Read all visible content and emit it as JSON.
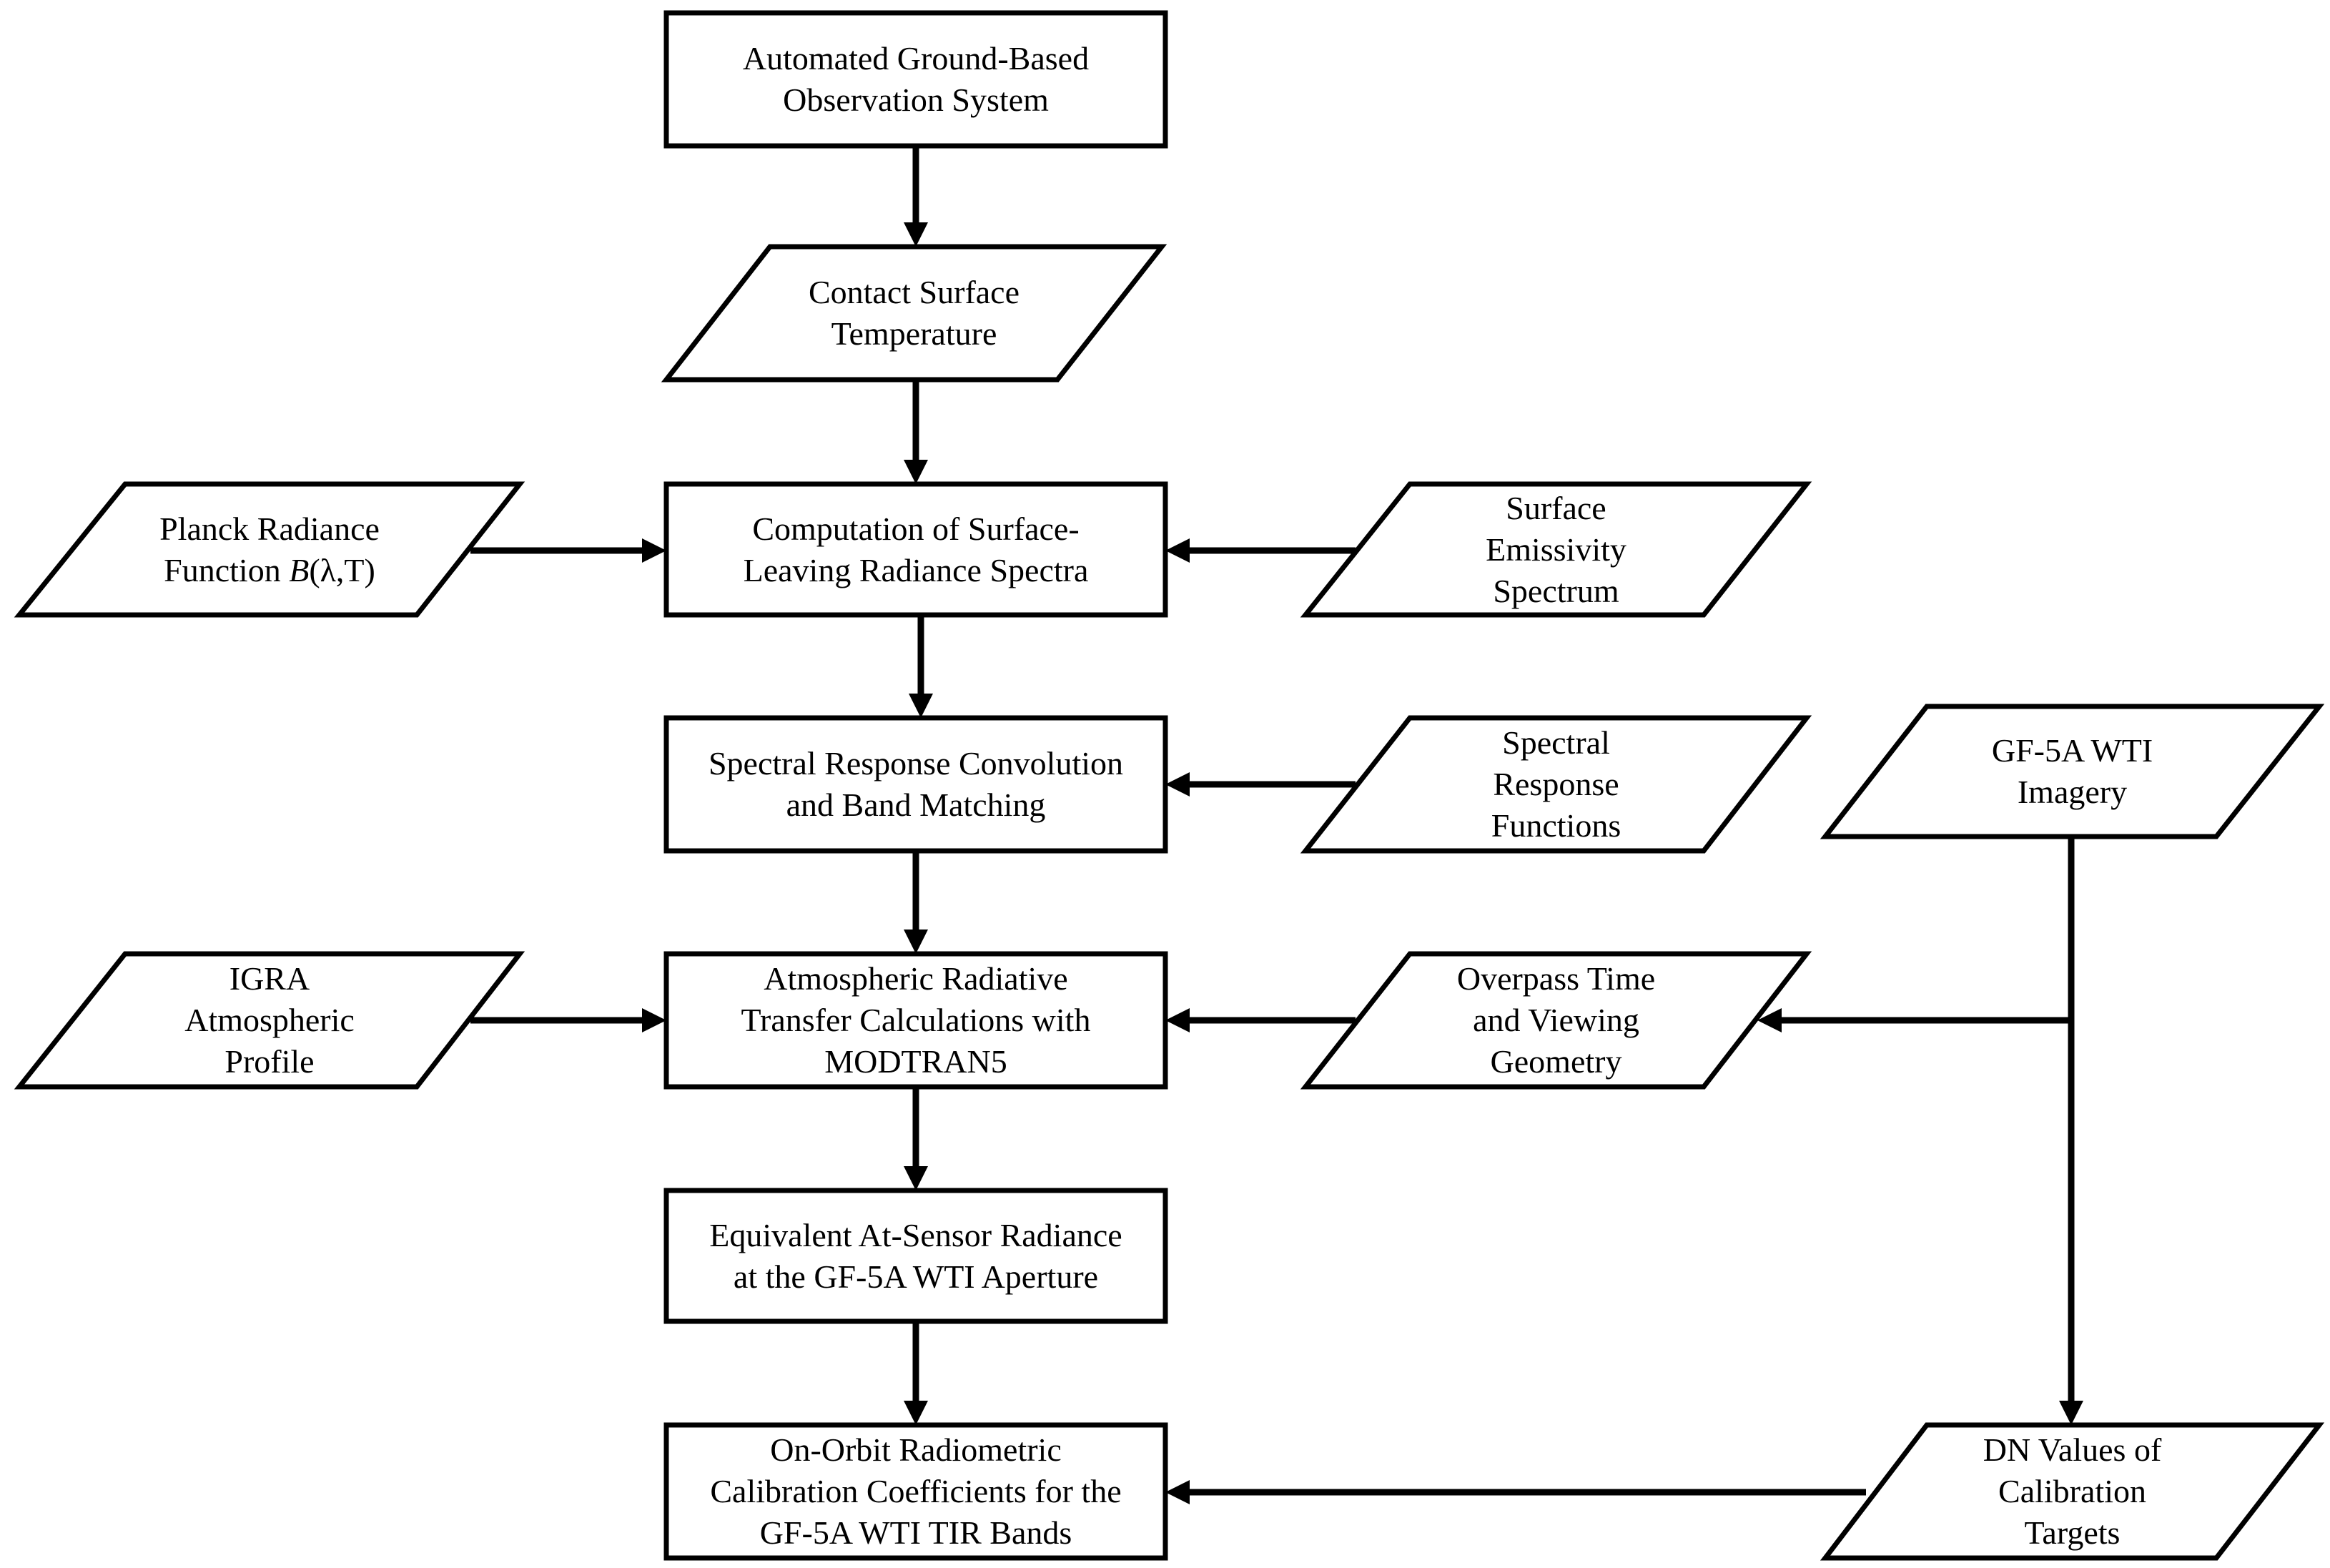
{
  "nodes": {
    "ground_system": {
      "lines": [
        "Automated Ground-Based",
        "Observation System"
      ]
    },
    "contact_temp": {
      "lines": [
        "Contact Surface",
        "Temperature"
      ]
    },
    "surface_radiance": {
      "lines": [
        "Computation of Surface-",
        "Leaving Radiance Spectra"
      ]
    },
    "planck": {
      "lines": [
        "Planck Radiance"
      ],
      "formula_prefix": "Function ",
      "formula_symbol": "B",
      "formula_args": "(λ,T)"
    },
    "emissivity": {
      "lines": [
        "Surface",
        "Emissivity",
        "Spectrum"
      ]
    },
    "spectral_conv": {
      "lines": [
        "Spectral Response Convolution",
        "and Band Matching"
      ]
    },
    "srf": {
      "lines": [
        "Spectral",
        "Response",
        "Functions"
      ]
    },
    "wti_imagery": {
      "lines": [
        "GF-5A WTI",
        "Imagery"
      ]
    },
    "atm_rt": {
      "lines": [
        "Atmospheric Radiative",
        "Transfer Calculations with",
        "MODTRAN5"
      ]
    },
    "igra": {
      "lines": [
        "IGRA",
        "Atmospheric",
        "Profile"
      ]
    },
    "overpass": {
      "lines": [
        "Overpass Time",
        "and Viewing",
        "Geometry"
      ]
    },
    "at_sensor": {
      "lines": [
        "Equivalent At-Sensor Radiance",
        "at the GF-5A WTI Aperture"
      ]
    },
    "calib_coeff": {
      "lines": [
        "On-Orbit Radiometric",
        "Calibration Coefficients for the",
        "GF-5A WTI TIR Bands"
      ]
    },
    "dn_values": {
      "lines": [
        "DN Values of",
        "Calibration",
        "Targets"
      ]
    }
  }
}
